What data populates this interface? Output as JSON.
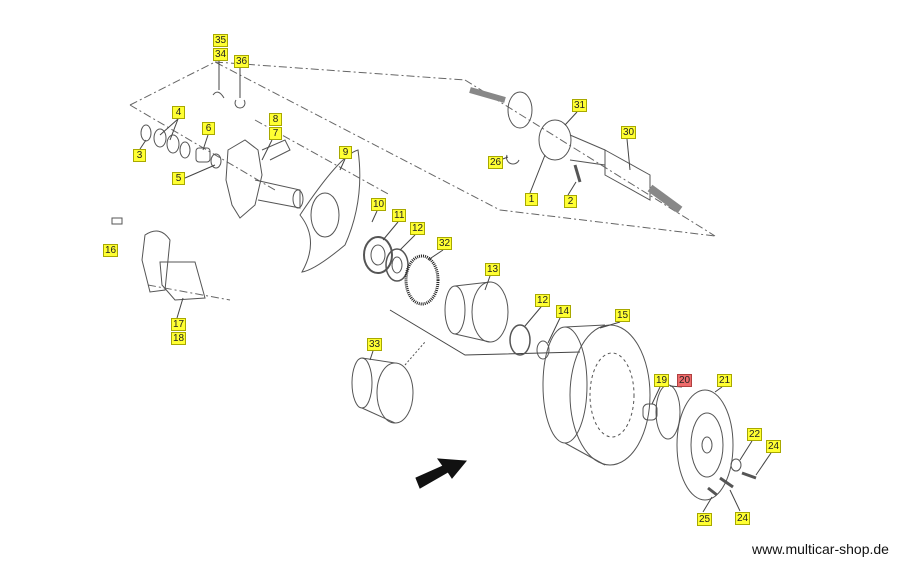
{
  "labels": [
    {
      "text": "35",
      "color": "#ffff33"
    },
    {
      "text": "34",
      "color": "#ffff33"
    },
    {
      "text": "36",
      "color": "#ffff33"
    },
    {
      "text": "4",
      "color": "#ffff33"
    },
    {
      "text": "3",
      "color": "#ffff33"
    },
    {
      "text": "6",
      "color": "#ffff33"
    },
    {
      "text": "5",
      "color": "#ffff33"
    },
    {
      "text": "8",
      "color": "#ffff33"
    },
    {
      "text": "7",
      "color": "#ffff33"
    },
    {
      "text": "9",
      "color": "#ffff33"
    },
    {
      "text": "10",
      "color": "#ffff33"
    },
    {
      "text": "11",
      "color": "#ffff33"
    },
    {
      "text": "12",
      "color": "#ffff33"
    },
    {
      "text": "32",
      "color": "#ffff33"
    },
    {
      "text": "13",
      "color": "#ffff33"
    },
    {
      "text": "16",
      "color": "#ffff33"
    },
    {
      "text": "17",
      "color": "#ffff33"
    },
    {
      "text": "18",
      "color": "#ffff33"
    },
    {
      "text": "33",
      "color": "#ffff33"
    },
    {
      "text": "12",
      "color": "#ffff33"
    },
    {
      "text": "14",
      "color": "#ffff33"
    },
    {
      "text": "15",
      "color": "#ffff33"
    },
    {
      "text": "19",
      "color": "#ffff33"
    },
    {
      "text": "20",
      "color": "#ee6b6b"
    },
    {
      "text": "21",
      "color": "#ffff33"
    },
    {
      "text": "22",
      "color": "#ffff33"
    },
    {
      "text": "24",
      "color": "#ffff33"
    },
    {
      "text": "24",
      "color": "#ffff33"
    },
    {
      "text": "25",
      "color": "#ffff33"
    },
    {
      "text": "31",
      "color": "#ffff33"
    },
    {
      "text": "30",
      "color": "#ffff33"
    },
    {
      "text": "26",
      "color": "#ffff33"
    },
    {
      "text": "1",
      "color": "#ffff33"
    },
    {
      "text": "2",
      "color": "#ffff33"
    }
  ],
  "website": "www.multicar-shop.de"
}
